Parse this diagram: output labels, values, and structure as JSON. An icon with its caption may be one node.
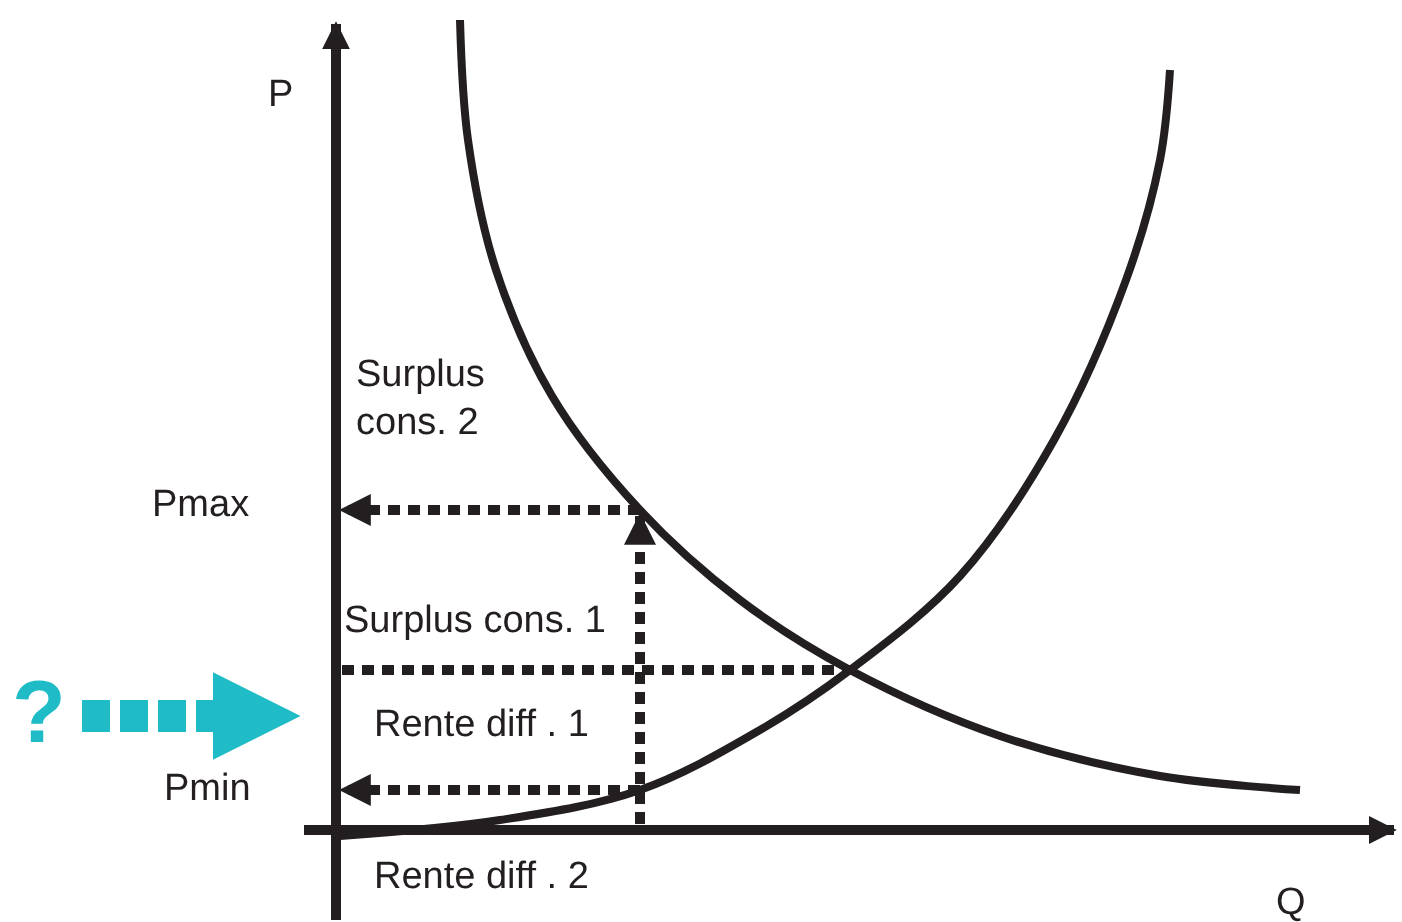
{
  "diagram": {
    "labels": [
      "P",
      "Surplus cons. 2",
      "Pmax",
      "Surplus cons. 1",
      "?",
      "Rente diff . 1",
      "Pmin",
      "Rente diff . 2",
      "Q"
    ]
  }
}
